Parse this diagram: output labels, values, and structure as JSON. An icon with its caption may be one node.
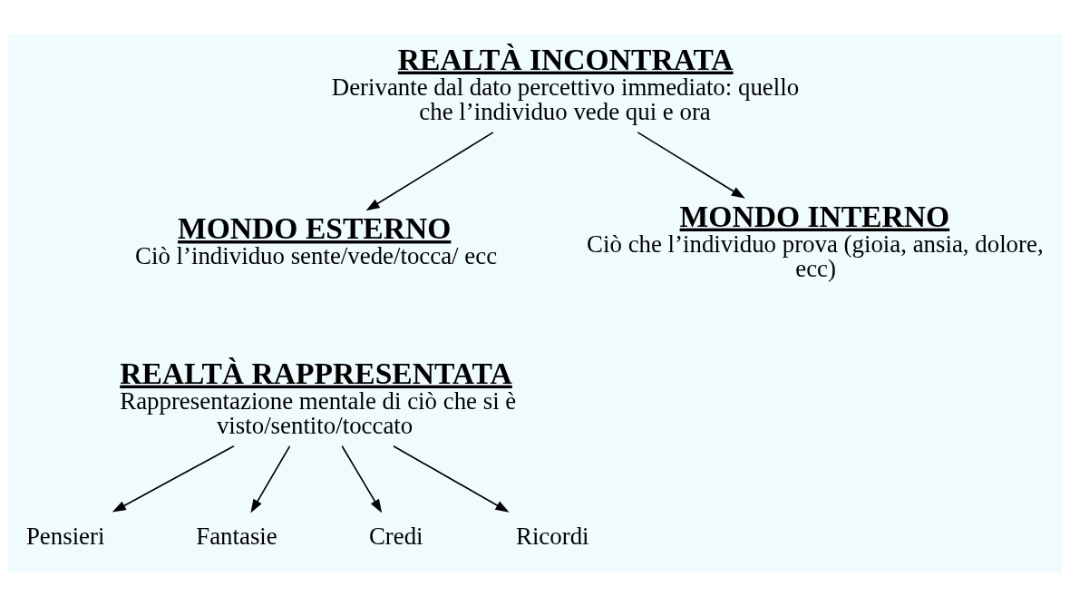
{
  "diagram": {
    "nodes": [
      {
        "text": [
          "REALTÀ INCONTRATA",
          "Derivante dal dato percettivo immediato: quello che l’individuo vede qui e ora"
        ]
      },
      {
        "text": [
          "MONDO ESTERNO",
          "Ciò l’individuo sente/vede/tocca/ ecc"
        ]
      },
      {
        "text": [
          "MONDO INTERNO",
          "Ciò che l’individuo prova (gioia, ansia, dolore, ecc)"
        ]
      },
      {
        "text": [
          "REALTÀ RAPPRESENTATA",
          "Rappresentazione mentale di ciò che si è visto/sentito/toccato"
        ]
      },
      {
        "text": [
          "Pensieri"
        ]
      },
      {
        "text": [
          "Fantasie"
        ]
      },
      {
        "text": [
          "Credi"
        ]
      },
      {
        "text": [
          "Ricordi"
        ]
      }
    ],
    "edges": [
      {
        "from": 0,
        "to": 1,
        "arrow": "to"
      },
      {
        "from": 0,
        "to": 2,
        "arrow": "to"
      },
      {
        "from": 3,
        "to": 4,
        "arrow": "to"
      },
      {
        "from": 3,
        "to": 5,
        "arrow": "to"
      },
      {
        "from": 3,
        "to": 6,
        "arrow": "to"
      },
      {
        "from": 3,
        "to": 7,
        "arrow": "to"
      }
    ]
  }
}
